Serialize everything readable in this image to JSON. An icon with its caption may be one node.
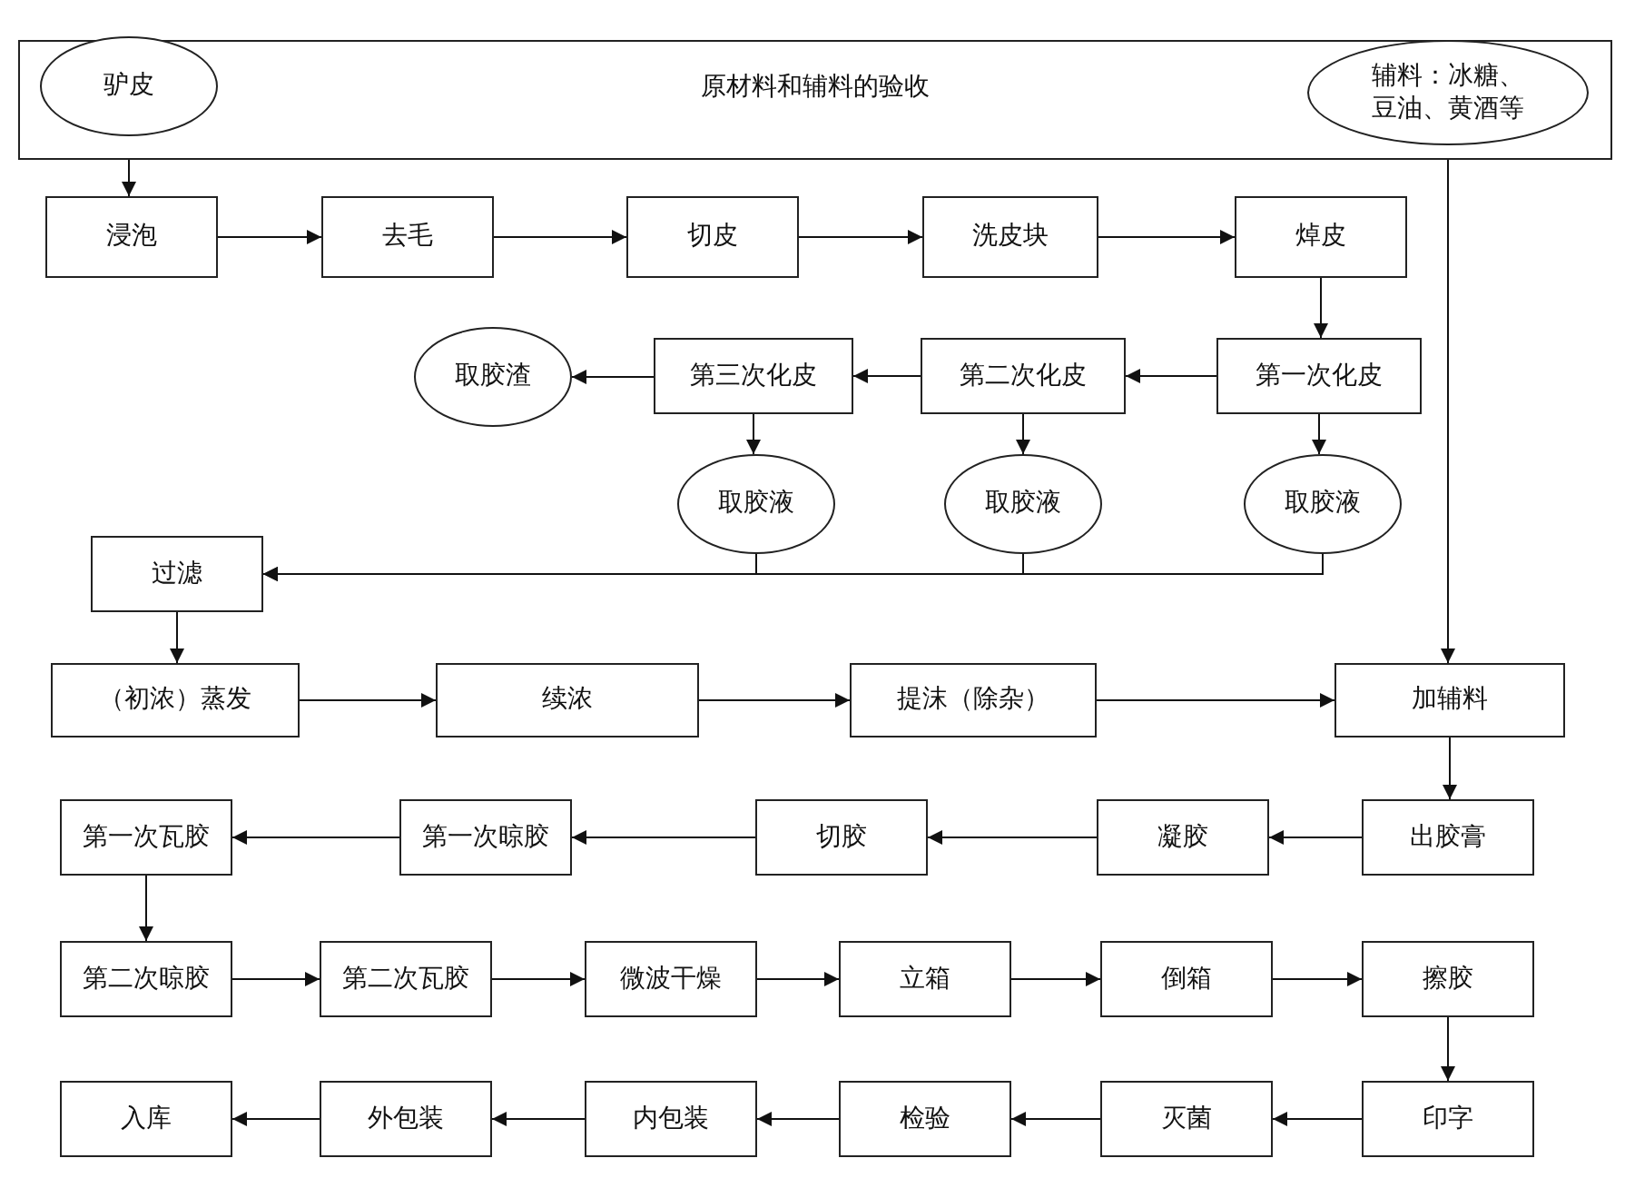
{
  "diagram": {
    "nodes": [
      {
        "text": [
          "原材料和辅料的验收"
        ]
      },
      {
        "text": [
          "驴皮"
        ],
        "in": 0
      },
      {
        "text": [
          "辅料：冰糖、豆油、黄酒等"
        ],
        "in": 0
      },
      {
        "text": [
          "浸泡"
        ]
      },
      {
        "text": [
          "去毛"
        ]
      },
      {
        "text": [
          "切皮"
        ]
      },
      {
        "text": [
          "洗皮块"
        ]
      },
      {
        "text": [
          "焯皮"
        ]
      },
      {
        "text": [
          "取胶渣"
        ]
      },
      {
        "text": [
          "第三次化皮"
        ]
      },
      {
        "text": [
          "第二次化皮"
        ]
      },
      {
        "text": [
          "第一次化皮"
        ]
      },
      {
        "text": [
          "取胶液"
        ]
      },
      {
        "text": [
          "取胶液"
        ]
      },
      {
        "text": [
          "取胶液"
        ]
      },
      {
        "text": [
          "过滤"
        ]
      },
      {
        "text": [
          "（初浓）蒸发"
        ]
      },
      {
        "text": [
          "续浓"
        ]
      },
      {
        "text": [
          "提沫（除杂）"
        ]
      },
      {
        "text": [
          "加辅料"
        ]
      },
      {
        "text": [
          "第一次瓦胶"
        ]
      },
      {
        "text": [
          "第一次晾胶"
        ]
      },
      {
        "text": [
          "切胶"
        ]
      },
      {
        "text": [
          "凝胶"
        ]
      },
      {
        "text": [
          "出胶膏"
        ]
      },
      {
        "text": [
          "第二次晾胶"
        ]
      },
      {
        "text": [
          "第二次瓦胶"
        ]
      },
      {
        "text": [
          "微波干燥"
        ]
      },
      {
        "text": [
          "立箱"
        ]
      },
      {
        "text": [
          "倒箱"
        ]
      },
      {
        "text": [
          "擦胶"
        ]
      },
      {
        "text": [
          "入库"
        ]
      },
      {
        "text": [
          "外包装"
        ]
      },
      {
        "text": [
          "内包装"
        ]
      },
      {
        "text": [
          "检验"
        ]
      },
      {
        "text": [
          "灭菌"
        ]
      },
      {
        "text": [
          "印字"
        ]
      }
    ],
    "edges": [
      {
        "from": 1,
        "to": 3,
        "arrow": "to"
      },
      {
        "from": 3,
        "to": 4,
        "arrow": "to"
      },
      {
        "from": 4,
        "to": 5,
        "arrow": "to"
      },
      {
        "from": 5,
        "to": 6,
        "arrow": "to"
      },
      {
        "from": 6,
        "to": 7,
        "arrow": "to"
      },
      {
        "from": 7,
        "to": 11,
        "arrow": "to"
      },
      {
        "from": 11,
        "to": 10,
        "arrow": "to"
      },
      {
        "from": 10,
        "to": 9,
        "arrow": "to"
      },
      {
        "from": 9,
        "to": 8,
        "arrow": "to"
      },
      {
        "from": 9,
        "to": 12,
        "arrow": "to"
      },
      {
        "from": 10,
        "to": 13,
        "arrow": "to"
      },
      {
        "from": 11,
        "to": 14,
        "arrow": "to"
      },
      {
        "from": 12,
        "to": 15,
        "arrow": "to"
      },
      {
        "from": 13,
        "to": 15,
        "arrow": "to"
      },
      {
        "from": 14,
        "to": 15,
        "arrow": "to"
      },
      {
        "from": 2,
        "to": 19,
        "arrow": "to"
      },
      {
        "from": 15,
        "to": 16,
        "arrow": "to"
      },
      {
        "from": 16,
        "to": 17,
        "arrow": "to"
      },
      {
        "from": 17,
        "to": 18,
        "arrow": "to"
      },
      {
        "from": 18,
        "to": 19,
        "arrow": "to"
      },
      {
        "from": 19,
        "to": 24,
        "arrow": "to"
      },
      {
        "from": 24,
        "to": 23,
        "arrow": "to"
      },
      {
        "from": 23,
        "to": 22,
        "arrow": "to"
      },
      {
        "from": 22,
        "to": 21,
        "arrow": "to"
      },
      {
        "from": 21,
        "to": 20,
        "arrow": "to"
      },
      {
        "from": 20,
        "to": 25,
        "arrow": "to"
      },
      {
        "from": 25,
        "to": 26,
        "arrow": "to"
      },
      {
        "from": 26,
        "to": 27,
        "arrow": "to"
      },
      {
        "from": 27,
        "to": 28,
        "arrow": "to"
      },
      {
        "from": 28,
        "to": 29,
        "arrow": "to"
      },
      {
        "from": 29,
        "to": 30,
        "arrow": "to"
      },
      {
        "from": 30,
        "to": 36,
        "arrow": "to"
      },
      {
        "from": 36,
        "to": 35,
        "arrow": "to"
      },
      {
        "from": 35,
        "to": 34,
        "arrow": "to"
      },
      {
        "from": 34,
        "to": 33,
        "arrow": "to"
      },
      {
        "from": 33,
        "to": 32,
        "arrow": "to"
      },
      {
        "from": 32,
        "to": 31,
        "arrow": "to"
      }
    ]
  }
}
